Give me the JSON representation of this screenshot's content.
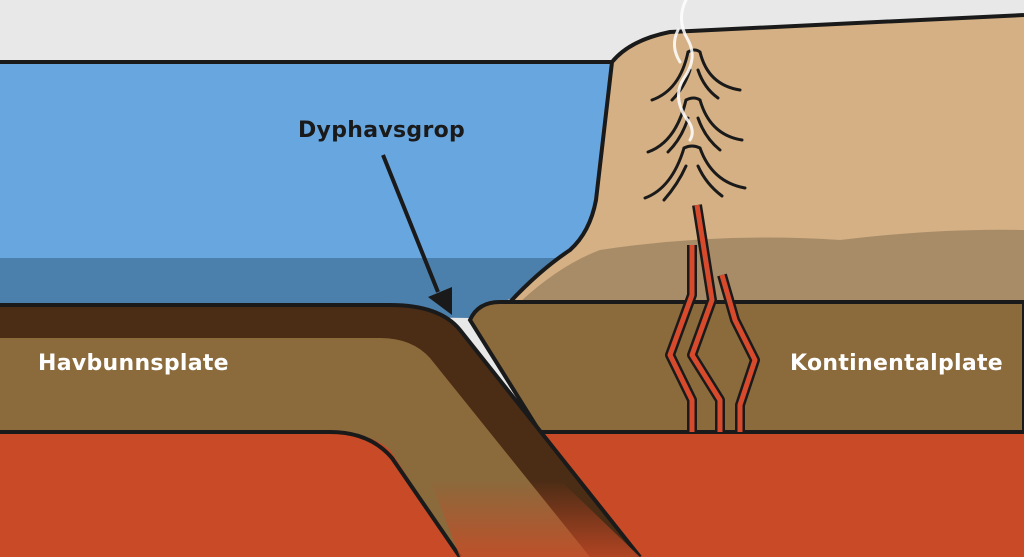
{
  "labels": {
    "trench": "Dyphavsgrop",
    "oceanic_plate": "Havbunnsplate",
    "continental_plate": "Kontinentalplate"
  },
  "colors": {
    "sky": "#e8e8e8",
    "ocean": "#68a6e0",
    "ocean_deep": "#4b7fac",
    "land": "#d4b084",
    "land_shadow": "#a88c68",
    "plate": "#8b6a3c",
    "plate_dark": "#4b2c15",
    "mantle": "#c94a26",
    "magma": "#d84a2c",
    "outline": "#1a1a1a"
  },
  "icons": [
    "arrow-icon",
    "volcano-icon",
    "smoke-icon",
    "magma-conduit-icon"
  ]
}
